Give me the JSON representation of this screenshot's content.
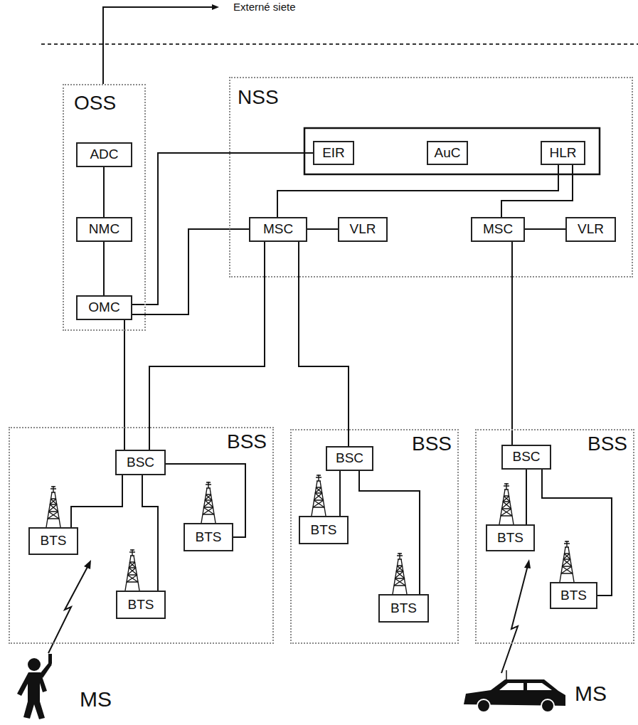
{
  "diagram": {
    "nodes": [
      {
        "text": [
          "OSS"
        ]
      },
      {
        "text": [
          "ADC"
        ],
        "in": 0
      },
      {
        "text": [
          "NMC"
        ],
        "in": 0
      },
      {
        "text": [
          "OMC"
        ],
        "in": 0
      },
      {
        "text": [
          "NSS"
        ]
      },
      {
        "text": [
          "EIR"
        ],
        "in": 4
      },
      {
        "text": [
          "AuC"
        ],
        "in": 4
      },
      {
        "text": [
          "HLR"
        ],
        "in": 4
      },
      {
        "text": [
          "MSC"
        ],
        "in": 4
      },
      {
        "text": [
          "VLR"
        ],
        "in": 4
      },
      {
        "text": [
          "MSC"
        ],
        "in": 4
      },
      {
        "text": [
          "VLR"
        ],
        "in": 4
      },
      {
        "text": [
          "BSS"
        ]
      },
      {
        "text": [
          "BSC"
        ],
        "in": 12
      },
      {
        "text": [
          "BTS"
        ],
        "in": 12
      },
      {
        "text": [
          "BTS"
        ],
        "in": 12
      },
      {
        "text": [
          "BTS"
        ],
        "in": 12
      },
      {
        "text": [
          "BSS"
        ]
      },
      {
        "text": [
          "BSC"
        ],
        "in": 17
      },
      {
        "text": [
          "BTS"
        ],
        "in": 17
      },
      {
        "text": [
          "BTS"
        ],
        "in": 17
      },
      {
        "text": [
          "BSS"
        ]
      },
      {
        "text": [
          "BSC"
        ],
        "in": 21
      },
      {
        "text": [
          "BTS"
        ],
        "in": 21
      },
      {
        "text": [
          "BTS"
        ],
        "in": 21
      }
    ],
    "edges": [
      {
        "from": 1,
        "to": 2,
        "arrow": "none"
      },
      {
        "from": 2,
        "to": 3,
        "arrow": "none"
      },
      {
        "from": 3,
        "to": 5,
        "arrow": "none"
      },
      {
        "from": 3,
        "to": 8,
        "arrow": "none"
      },
      {
        "from": 3,
        "to": 13,
        "arrow": "none"
      },
      {
        "from": 7,
        "to": 8,
        "arrow": "none"
      },
      {
        "from": 7,
        "to": 10,
        "arrow": "none"
      },
      {
        "from": 8,
        "to": 9,
        "arrow": "none"
      },
      {
        "from": 10,
        "to": 11,
        "arrow": "none"
      },
      {
        "from": 8,
        "to": 13,
        "arrow": "none"
      },
      {
        "from": 8,
        "to": 18,
        "arrow": "none"
      },
      {
        "from": 10,
        "to": 22,
        "arrow": "none"
      },
      {
        "from": 13,
        "to": 14,
        "arrow": "none"
      },
      {
        "from": 13,
        "to": 15,
        "arrow": "none"
      },
      {
        "from": 13,
        "to": 16,
        "arrow": "none"
      },
      {
        "from": 18,
        "to": 19,
        "arrow": "none"
      },
      {
        "from": 18,
        "to": 20,
        "arrow": "none"
      },
      {
        "from": 22,
        "to": 23,
        "arrow": "none"
      },
      {
        "from": 22,
        "to": 24,
        "arrow": "none"
      }
    ],
    "labels": [
      "Externé siete",
      "MS",
      "MS"
    ]
  }
}
